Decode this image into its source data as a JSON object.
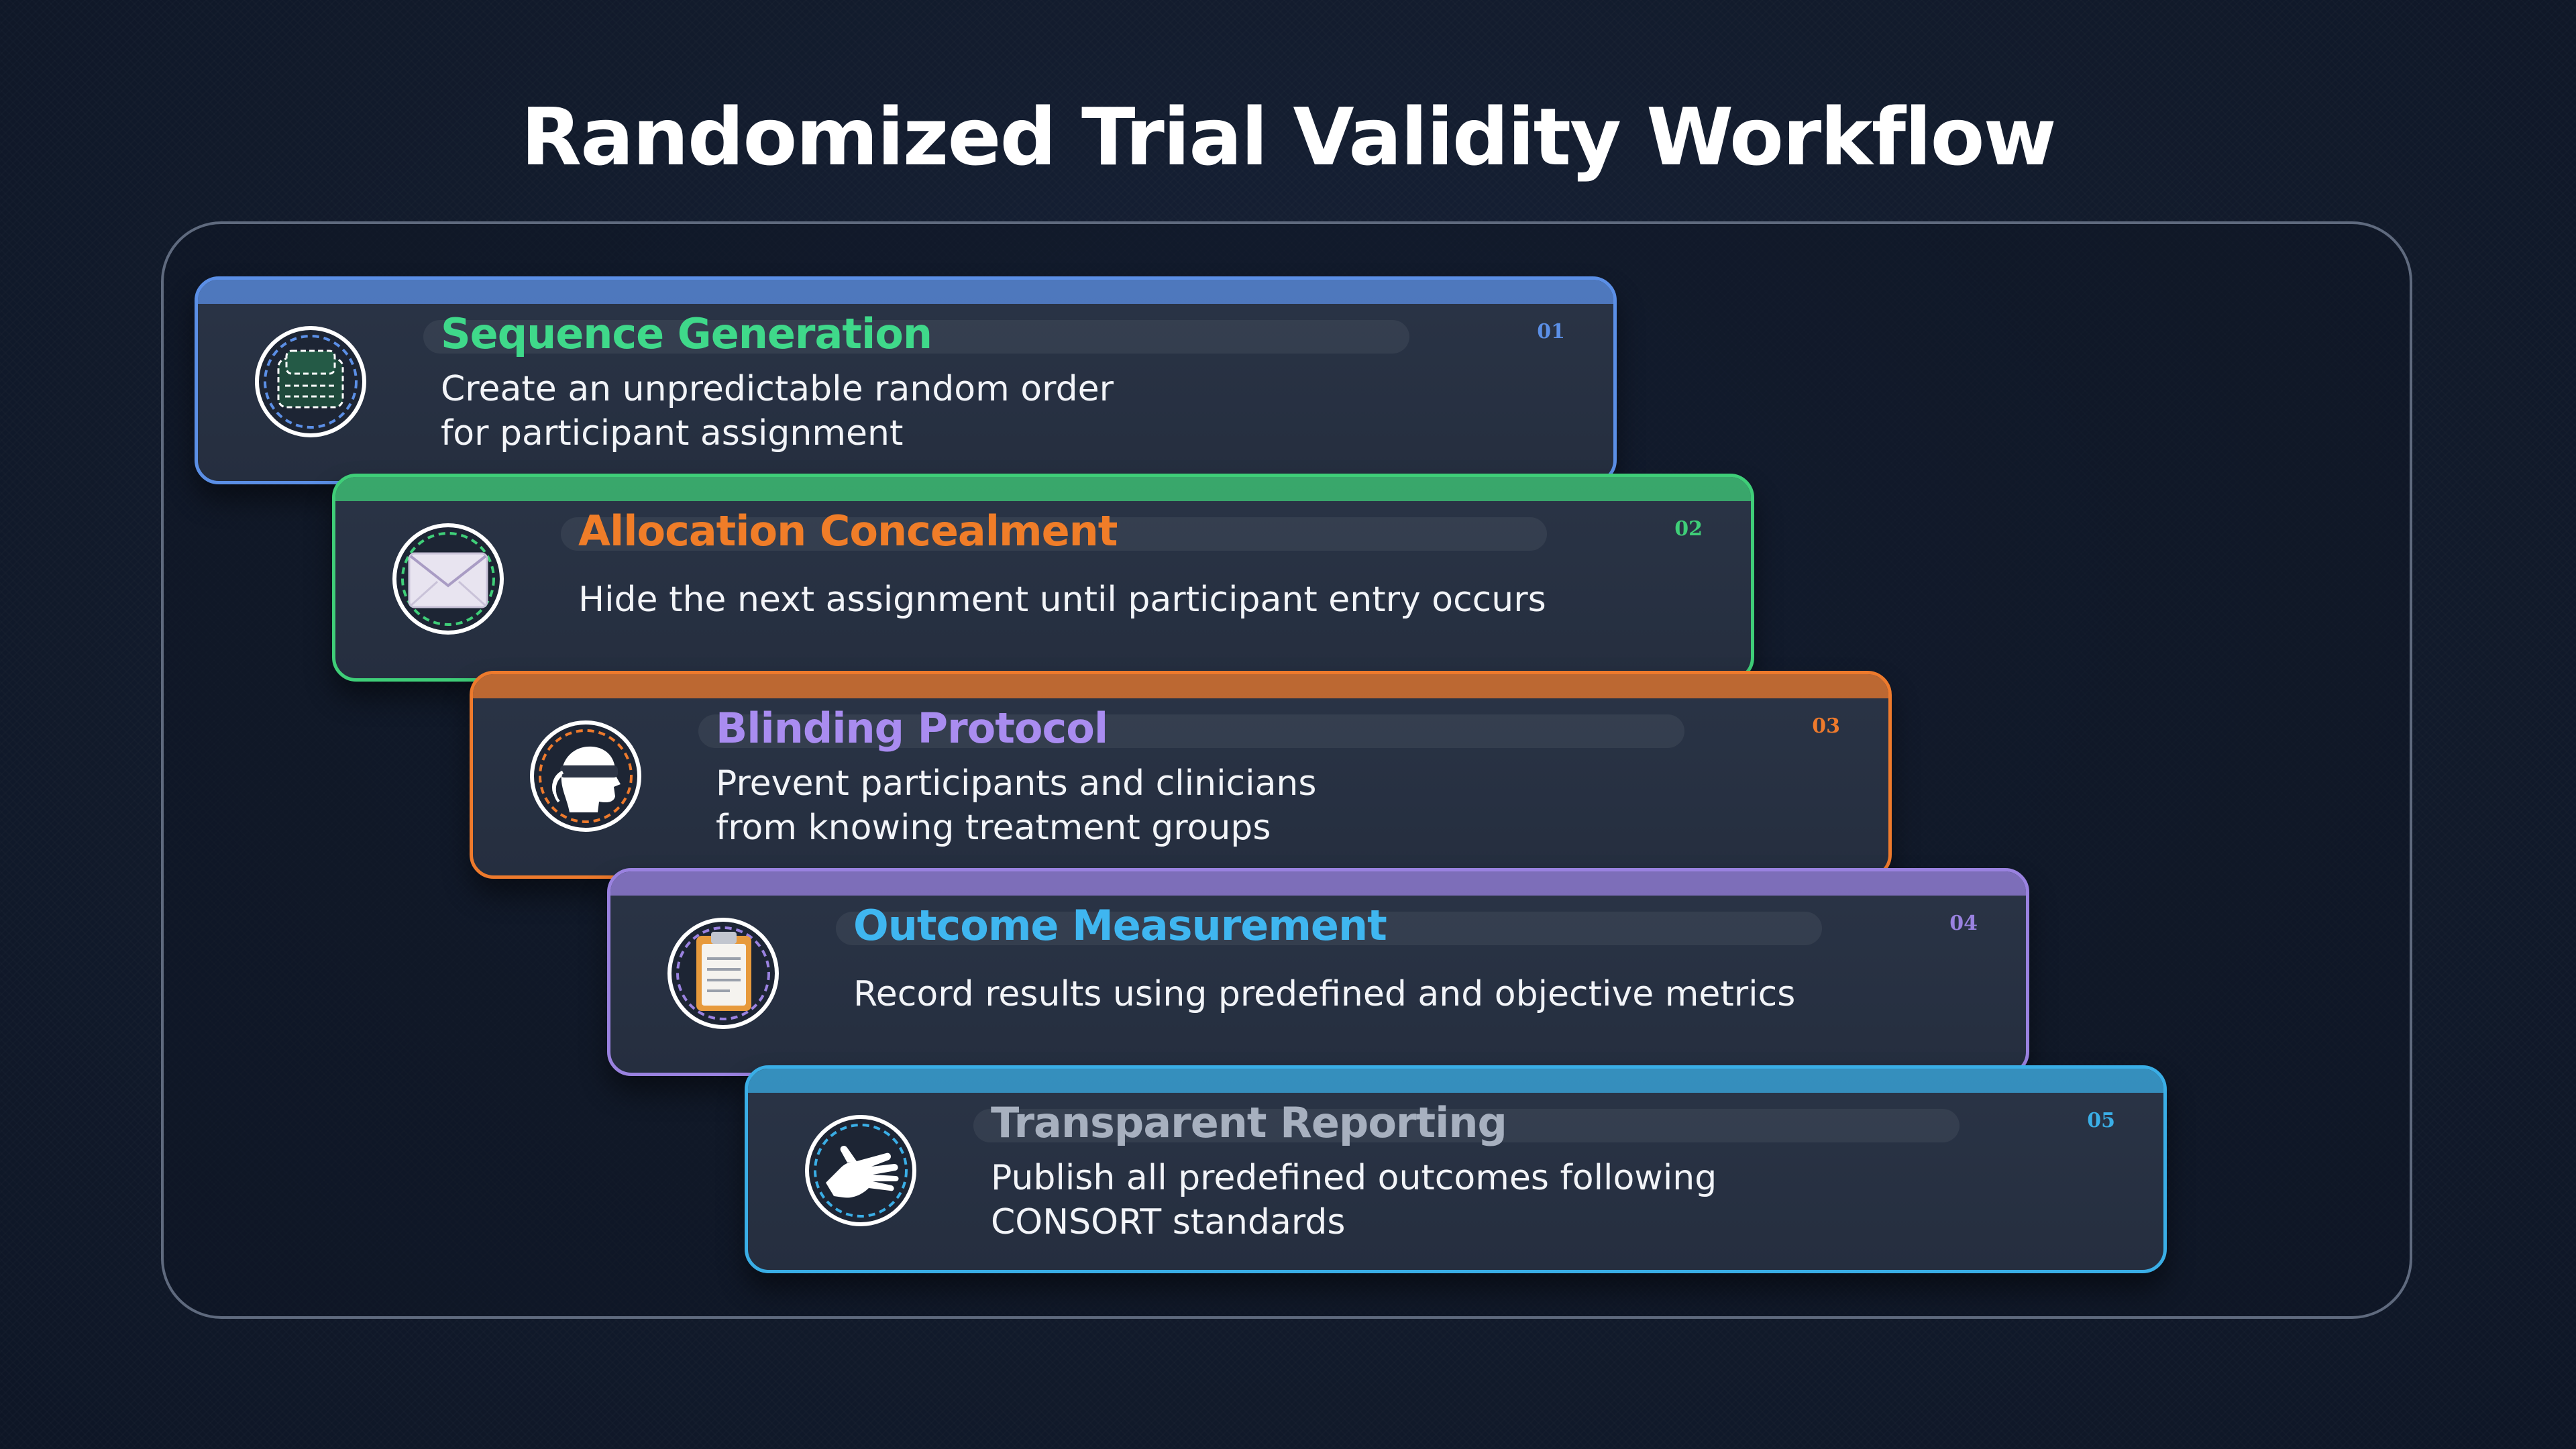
{
  "title": "Randomized Trial Validity Workflow",
  "steps": [
    {
      "number": "01",
      "name": "Sequence Generation",
      "description": "Create an unpredictable random order\nfor participant assignment",
      "icon": "randomizer-grid-icon",
      "border_color": "#5b8fe6",
      "name_color": "#3fd98a",
      "number_color": "#5b8fe6"
    },
    {
      "number": "02",
      "name": "Allocation Concealment",
      "description": "Hide the next assignment until participant entry occurs",
      "icon": "sealed-envelope-icon",
      "border_color": "#3fce78",
      "name_color": "#f07d28",
      "number_color": "#3fce78"
    },
    {
      "number": "03",
      "name": "Blinding Protocol",
      "description": "Prevent participants and clinicians\nfrom knowing treatment groups",
      "icon": "blindfolded-head-icon",
      "border_color": "#ee7a2c",
      "name_color": "#a98cf0",
      "number_color": "#ee7a2c"
    },
    {
      "number": "04",
      "name": "Outcome Measurement",
      "description": "Record results using predefined and objective metrics",
      "icon": "clipboard-icon",
      "border_color": "#9a82e0",
      "name_color": "#3fb6f0",
      "number_color": "#9a82e0"
    },
    {
      "number": "05",
      "name": "Transparent Reporting",
      "description": "Publish all predefined outcomes following\nCONSORT standards",
      "icon": "open-hand-icon",
      "border_color": "#3aaee6",
      "name_color": "#a7b0bf",
      "number_color": "#3aaee6"
    }
  ]
}
